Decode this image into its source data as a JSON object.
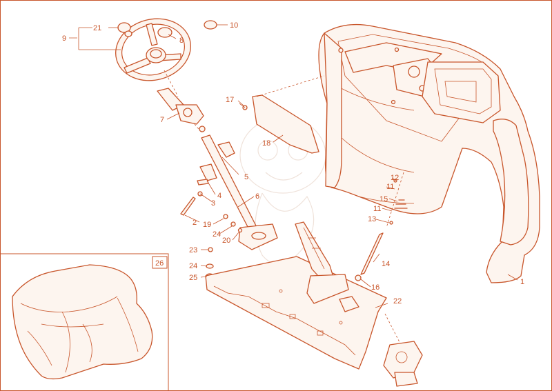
{
  "diagram": {
    "colors": {
      "line": "#c8552a",
      "fill": "#fdf5ef",
      "background": "#ffffff"
    },
    "callouts": [
      {
        "id": "c1",
        "label": "1"
      },
      {
        "id": "c2",
        "label": "2"
      },
      {
        "id": "c3",
        "label": "3"
      },
      {
        "id": "c4",
        "label": "4"
      },
      {
        "id": "c5",
        "label": "5"
      },
      {
        "id": "c6",
        "label": "6"
      },
      {
        "id": "c7",
        "label": "7"
      },
      {
        "id": "c8",
        "label": "8"
      },
      {
        "id": "c9",
        "label": "9"
      },
      {
        "id": "c10",
        "label": "10"
      },
      {
        "id": "c11a",
        "label": "11"
      },
      {
        "id": "c11b",
        "label": "11"
      },
      {
        "id": "c12",
        "label": "12"
      },
      {
        "id": "c13",
        "label": "13"
      },
      {
        "id": "c14",
        "label": "14"
      },
      {
        "id": "c15",
        "label": "15"
      },
      {
        "id": "c16",
        "label": "16"
      },
      {
        "id": "c17",
        "label": "17"
      },
      {
        "id": "c18",
        "label": "18"
      },
      {
        "id": "c19",
        "label": "19"
      },
      {
        "id": "c20",
        "label": "20"
      },
      {
        "id": "c21",
        "label": "21"
      },
      {
        "id": "c22",
        "label": "22"
      },
      {
        "id": "c23",
        "label": "23"
      },
      {
        "id": "c24a",
        "label": "24"
      },
      {
        "id": "c24b",
        "label": "24"
      },
      {
        "id": "c25",
        "label": "25"
      },
      {
        "id": "c26",
        "label": "26"
      }
    ]
  }
}
